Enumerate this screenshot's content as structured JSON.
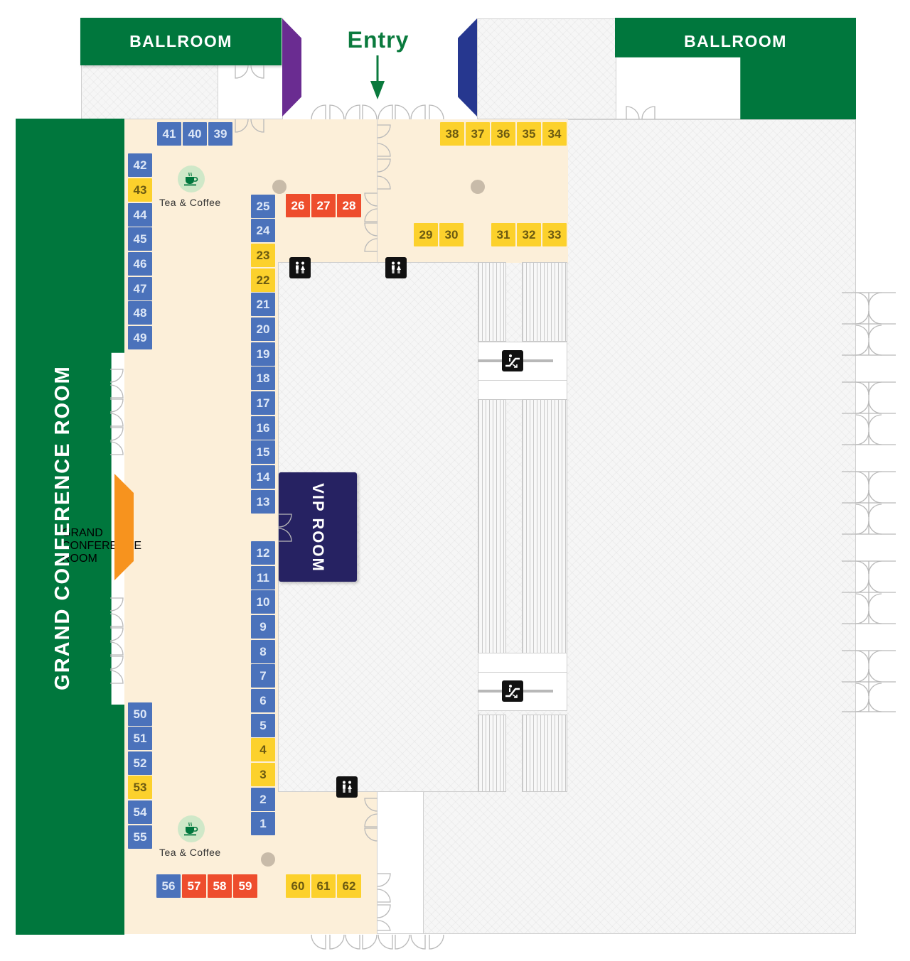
{
  "labels": {
    "entry": "Entry",
    "ballroom_left": "BALLROOM",
    "ballroom_right": "BALLROOM",
    "grand_conference_room": "GRAND CONFERENCE ROOM",
    "vip_room": "VIP ROOM",
    "coffee_top": "Tea & Coffee",
    "coffee_bottom": "Tea & Coffee"
  },
  "legend_colors": {
    "venue_room": "#00773d",
    "vip_room": "#262262",
    "booth_blue": "#4b72bb",
    "booth_yellow": "#fcd12c",
    "booth_red": "#ee4d2d",
    "corridor": "#fcefd9"
  },
  "icons": {
    "restroom": "restroom-icon",
    "escalator": "escalator-icon",
    "coffee": "coffee-cup-icon",
    "entry": "arrow-down-icon"
  },
  "booths": {
    "b41": "41",
    "b40": "40",
    "b39": "39",
    "b38": "38",
    "b37": "37",
    "b36": "36",
    "b35": "35",
    "b34": "34",
    "b42": "42",
    "b43": "43",
    "b44": "44",
    "b45": "45",
    "b46": "46",
    "b47": "47",
    "b48": "48",
    "b49": "49",
    "b25": "25",
    "b24": "24",
    "b23": "23",
    "b22": "22",
    "b21": "21",
    "b20": "20",
    "b19": "19",
    "b18": "18",
    "b17": "17",
    "b16": "16",
    "b15": "15",
    "b14": "14",
    "b13": "13",
    "b12": "12",
    "b11": "11",
    "b10": "10",
    "b9": "9",
    "b8": "8",
    "b7": "7",
    "b6": "6",
    "b5": "5",
    "b4": "4",
    "b3": "3",
    "b2": "2",
    "b1": "1",
    "b26": "26",
    "b27": "27",
    "b28": "28",
    "b29": "29",
    "b30": "30",
    "b31": "31",
    "b32": "32",
    "b33": "33",
    "b50": "50",
    "b51": "51",
    "b52": "52",
    "b53": "53",
    "b54": "54",
    "b55": "55",
    "b56": "56",
    "b57": "57",
    "b58": "58",
    "b59": "59",
    "b60": "60",
    "b61": "61",
    "b62": "62"
  }
}
